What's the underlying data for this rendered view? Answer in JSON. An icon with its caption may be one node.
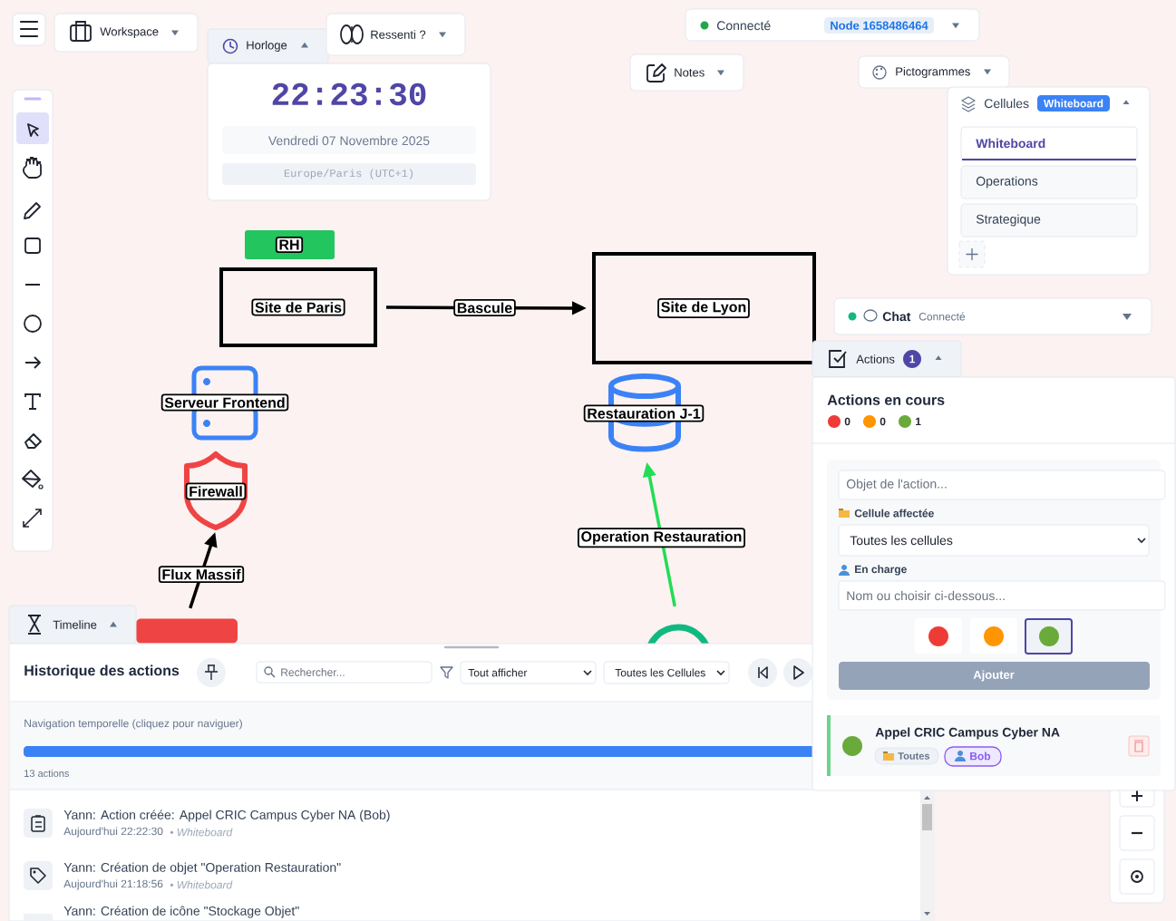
{
  "diagram": {
    "nodes": [
      {
        "text": [
          "Workspace"
        ]
      },
      {
        "text": [
          "Horloge"
        ]
      },
      {
        "text": [
          "22:23:30",
          "Vendredi 07 Novembre 2025",
          "Europe/Paris (UTC+1)"
        ]
      },
      {
        "text": [
          "Ressenti ?"
        ]
      },
      {
        "text": [
          "Connecté",
          "Node 1658486464"
        ]
      },
      {
        "text": [
          "Notes"
        ]
      },
      {
        "text": [
          "Pictogrammes"
        ]
      },
      {
        "text": [
          "Cellules",
          "Whiteboard"
        ]
      },
      {
        "text": [
          "Whiteboard"
        ],
        "in": 7
      },
      {
        "text": [
          "Operations"
        ],
        "in": 7
      },
      {
        "text": [
          "Strategique"
        ],
        "in": 7
      },
      {
        "text": [
          "Chat",
          "Connecté"
        ]
      },
      {
        "text": [
          "Actions",
          "1"
        ]
      },
      {
        "text": [
          "Actions en cours",
          "0",
          "0",
          "1"
        ]
      },
      {
        "text": [
          "Cellule affectée",
          "En charge"
        ],
        "in": 13
      },
      {
        "text": [
          "Objet de l'action..."
        ],
        "in": 14
      },
      {
        "text": [
          "Toutes les cellules"
        ],
        "in": 14
      },
      {
        "text": [
          "Nom ou choisir ci-dessous..."
        ],
        "in": 14
      },
      {
        "text": [
          "Ajouter"
        ],
        "in": 14
      },
      {
        "text": [
          "Appel CRIC Campus Cyber NA",
          "Toutes",
          "Bob"
        ],
        "in": 13
      },
      {
        "text": [
          "Timeline"
        ]
      },
      {
        "text": [
          "Historique des actions",
          "Navigation temporelle (cliquez pour naviguer)",
          "13 actions"
        ]
      },
      {
        "text": [
          "Rechercher..."
        ],
        "in": 21
      },
      {
        "text": [
          "Tout afficher"
        ],
        "in": 21
      },
      {
        "text": [
          "Toutes les Cellules"
        ],
        "in": 21
      },
      {
        "text": [
          "Yann: Action créée: Appel CRIC Campus Cyber NA (Bob)",
          "Aujourd'hui 22:22:30",
          "• Whiteboard"
        ],
        "in": 21
      },
      {
        "text": [
          "Yann: Création de objet \"Operation Restauration\"",
          "Aujourd'hui 21:18:56",
          "• Whiteboard"
        ],
        "in": 21
      },
      {
        "text": [
          "Yann: Création de icône \"Stockage Objet\""
        ],
        "in": 21
      },
      {
        "text": [
          "RH"
        ]
      },
      {
        "text": [
          "Site de Paris"
        ]
      },
      {
        "text": [
          "Site de Lyon"
        ]
      },
      {
        "text": [
          "Serveur Frontend"
        ]
      },
      {
        "text": [
          "Restauration J-1"
        ]
      },
      {
        "text": [
          "Firewall"
        ]
      },
      {
        "text": [],
        "shape": "box"
      },
      {
        "text": [],
        "shape": "circle"
      }
    ],
    "edges": [
      {
        "from": 29,
        "to": 30,
        "arrow": "to",
        "label": "Bascule"
      },
      {
        "from": 34,
        "to": 33,
        "arrow": "to",
        "label": "Flux Massif"
      },
      {
        "from": 35,
        "to": 32,
        "arrow": "to",
        "label": "Operation Restauration",
        "color": "#22dd55"
      }
    ]
  }
}
